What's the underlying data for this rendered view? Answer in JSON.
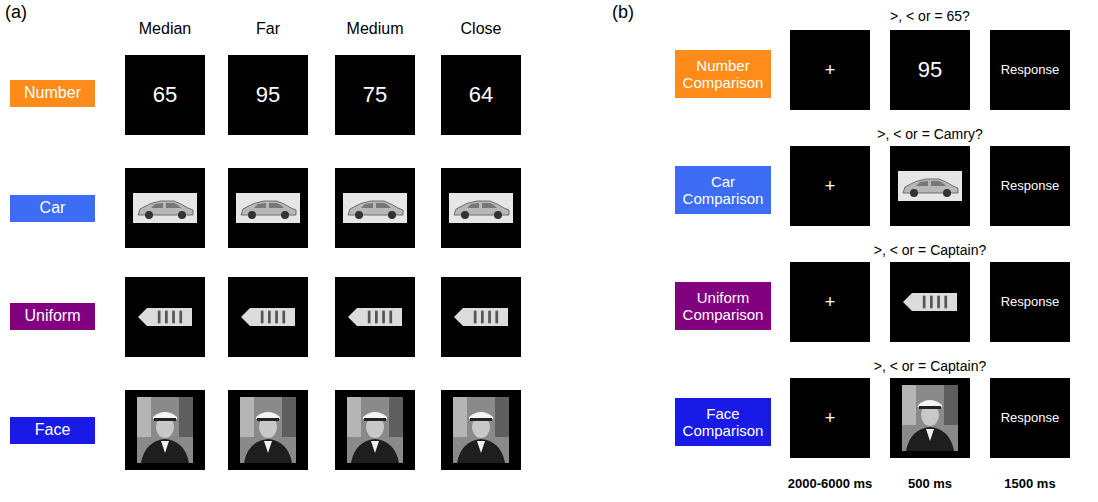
{
  "diagram": {
    "nodes": [
      {
        "text": [
          "Number"
        ]
      },
      {
        "text": [
          "65"
        ]
      },
      {
        "text": [
          "95"
        ]
      },
      {
        "text": [
          "75"
        ]
      },
      {
        "text": [
          "64"
        ]
      },
      {
        "text": [
          "Car"
        ]
      },
      {
        "text": [
          "Uniform"
        ]
      },
      {
        "text": [
          "Face"
        ]
      },
      {
        "text": [
          "Number Comparison"
        ]
      },
      {
        "text": [
          "+"
        ]
      },
      {
        "text": [
          "95"
        ]
      },
      {
        "text": [
          "Response"
        ]
      },
      {
        "text": [
          "Car Comparison"
        ]
      },
      {
        "text": [
          "+"
        ]
      },
      {
        "text": [
          "Response"
        ]
      },
      {
        "text": [
          "Uniform Comparison"
        ]
      },
      {
        "text": [
          "+"
        ]
      },
      {
        "text": [
          "Response"
        ]
      },
      {
        "text": [
          "Face Comparison"
        ]
      },
      {
        "text": [
          "+"
        ]
      },
      {
        "text": [
          "Response"
        ]
      }
    ],
    "labels": [
      "(a)",
      "Median",
      "Far",
      "Medium",
      "Close",
      "(b)",
      ">, < or = 65?",
      ">, < or = Camry?",
      ">, < or = Captain?",
      ">, < or = Captain?",
      "2000-6000 ms",
      "500 ms",
      "1500 ms"
    ]
  }
}
